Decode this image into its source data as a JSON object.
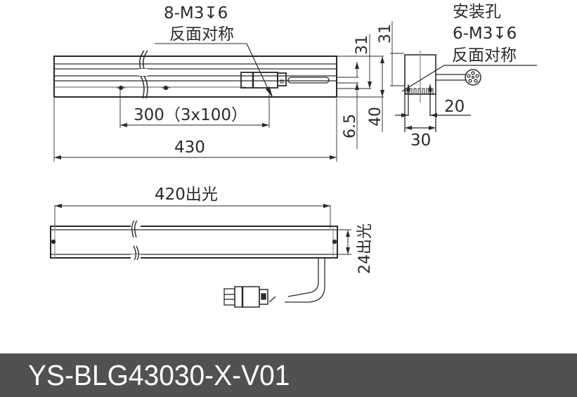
{
  "model": "YS-BLG43030-X-V01",
  "colors": {
    "line": "#2a2a2a",
    "footer_bg": "#52514f",
    "footer_text": "#ffffff",
    "centerline": "#9a9a9a"
  },
  "front_view": {
    "hole_note_1": "8-M3↧6",
    "hole_note_2": "反面对称",
    "pitch_dim": "300（3x100）",
    "overall_length": "430"
  },
  "side_dims": {
    "dim_31_a": "31",
    "dim_31_b": "31",
    "dim_6_5": "6.5",
    "dim_40": "40"
  },
  "end_view": {
    "mount_label": "安装孔",
    "mount_note_1": "6-M3↧6",
    "mount_note_2": "反面对称",
    "dim_20": "20",
    "dim_30": "30"
  },
  "bottom_view": {
    "emit_length": "420出光",
    "emit_width": "24出光"
  }
}
